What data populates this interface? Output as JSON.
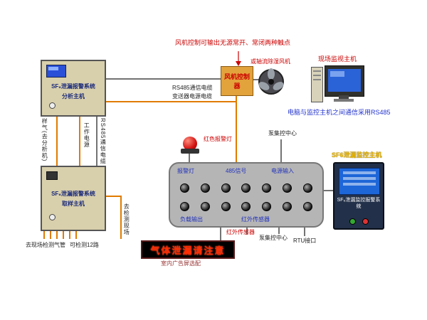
{
  "notes": {
    "fan_contact_note": "风机控制可输出无源常开、常闭两种触点",
    "rs485_cable_h": "RS485通信电缆",
    "transmitter_power_cable": "变送器电源电缆",
    "pc_comm_note": "电脑与监控主机之间通信采用RS485",
    "sample_gas_v": "样气(去分析机)",
    "work_power_v": "工作电源",
    "rs485_cable_v": "RS485通信电缆",
    "to_site_v": "去检测现场",
    "site_pipe_label": "去现场检测气管",
    "channel_label": "可检测12路",
    "pump_center_top": "泵集控中心",
    "pump_center_bottom": "泵集控中心",
    "rtu_label": "RTU接口",
    "ir_sensor_label": "红外传感器",
    "alarm_lamp_label": "红色报警灯",
    "led_caption": "室内广告屏选配"
  },
  "devices": {
    "analysis_host": {
      "system": "SF₆泄漏报警系统",
      "name": "分析主机"
    },
    "sampling_host": {
      "system": "SF₆泄漏报警系统",
      "name": "取样主机"
    },
    "fan_controller_label": "风机控制器",
    "fan_label": "或轴流除湿风机",
    "site_monitor_label": "现场监视主机",
    "monitor_host_title": "SF6泄漏监控主机",
    "monitor_host_panel_label": "SF₆泄漏监控报警系统",
    "led_text": "气体泄漏请注意"
  },
  "panel": {
    "top_labels": [
      "报警灯",
      "485信号",
      "电源输入"
    ],
    "bottom_labels": [
      "负载输出",
      "红外传感器"
    ]
  },
  "colors": {
    "wire_orange": "#e07b00",
    "wire_dark": "#444444",
    "alarm_red": "#cc0000",
    "note_blue": "#2233cc",
    "panel_gray": "#b5b5b5",
    "device_beige": "#d8cfac",
    "host_navy": "#223049",
    "led_red": "#ff2b00",
    "title_yellow": "#e8b400"
  }
}
